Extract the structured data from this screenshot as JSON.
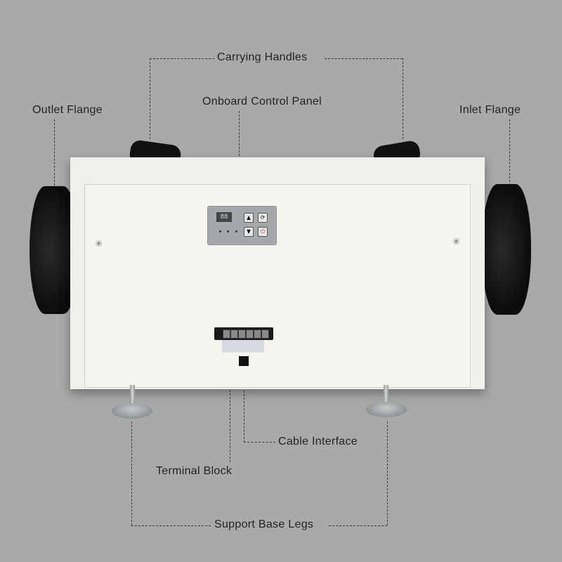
{
  "labels": {
    "carrying_handles": "Carrying Handles",
    "onboard_control_panel": "Onboard Control Panel",
    "outlet_flange": "Outlet Flange",
    "inlet_flange": "Inlet Flange",
    "cable_interface": "Cable Interface",
    "terminal_block": "Terminal Block",
    "support_base_legs": "Support Base Legs"
  },
  "control_panel": {
    "display_value": "88",
    "button_up": "▲",
    "button_down": "▼",
    "button_mode": "⟳",
    "button_power": "⏻"
  },
  "colors": {
    "background": "#a9a9a9",
    "unit_body": "#f1efe9",
    "line": "#3a3a3a",
    "power_button": "#c0302b"
  }
}
